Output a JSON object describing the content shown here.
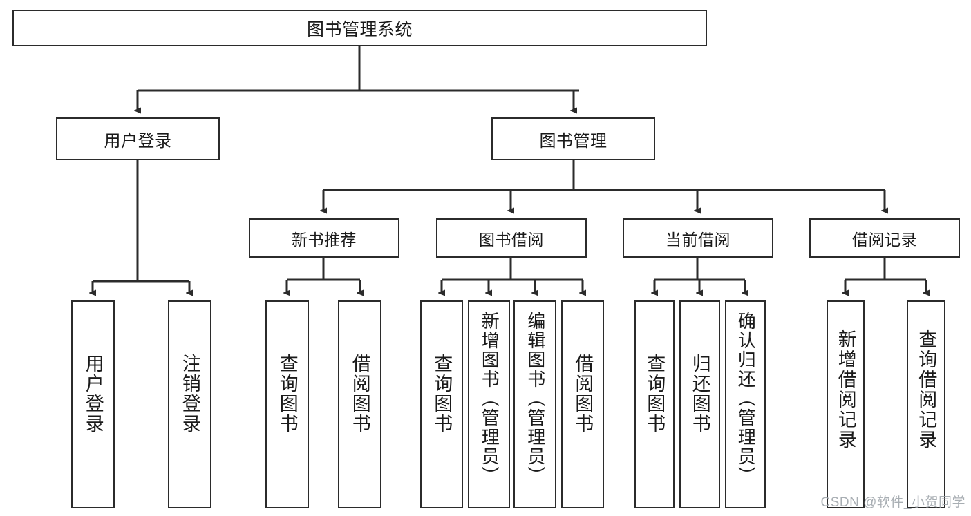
{
  "diagram": {
    "title": "图书管理系统",
    "root": {
      "label": "图书管理系统"
    },
    "level2": [
      {
        "label": "用户登录"
      },
      {
        "label": "图书管理"
      }
    ],
    "level3": [
      {
        "label": "新书推荐"
      },
      {
        "label": "图书借阅"
      },
      {
        "label": "当前借阅"
      },
      {
        "label": "借阅记录"
      }
    ],
    "leaves": [
      {
        "label": "用户登录",
        "parent": "用户登录"
      },
      {
        "label": "注销登录",
        "parent": "用户登录"
      },
      {
        "label": "查询图书",
        "parent": "新书推荐"
      },
      {
        "label": "借阅图书",
        "parent": "新书推荐"
      },
      {
        "label": "查询图书",
        "parent": "图书借阅"
      },
      {
        "label": "新增图书（管理员）",
        "parent": "图书借阅"
      },
      {
        "label": "编辑图书（管理员）",
        "parent": "图书借阅"
      },
      {
        "label": "借阅图书",
        "parent": "图书借阅"
      },
      {
        "label": "查询图书",
        "parent": "当前借阅"
      },
      {
        "label": "归还图书",
        "parent": "当前借阅"
      },
      {
        "label": "确认归还（管理员）",
        "parent": "当前借阅"
      },
      {
        "label": "新增借阅记录",
        "parent": "借阅记录"
      },
      {
        "label": "查询借阅记录",
        "parent": "借阅记录"
      }
    ]
  },
  "watermark": {
    "text": "CSDN @软件_小贺同学"
  },
  "colors": {
    "stroke": "#2b2b2b",
    "background": "#ffffff",
    "text": "#1a1a1a",
    "watermark": "#9aa0a6"
  }
}
